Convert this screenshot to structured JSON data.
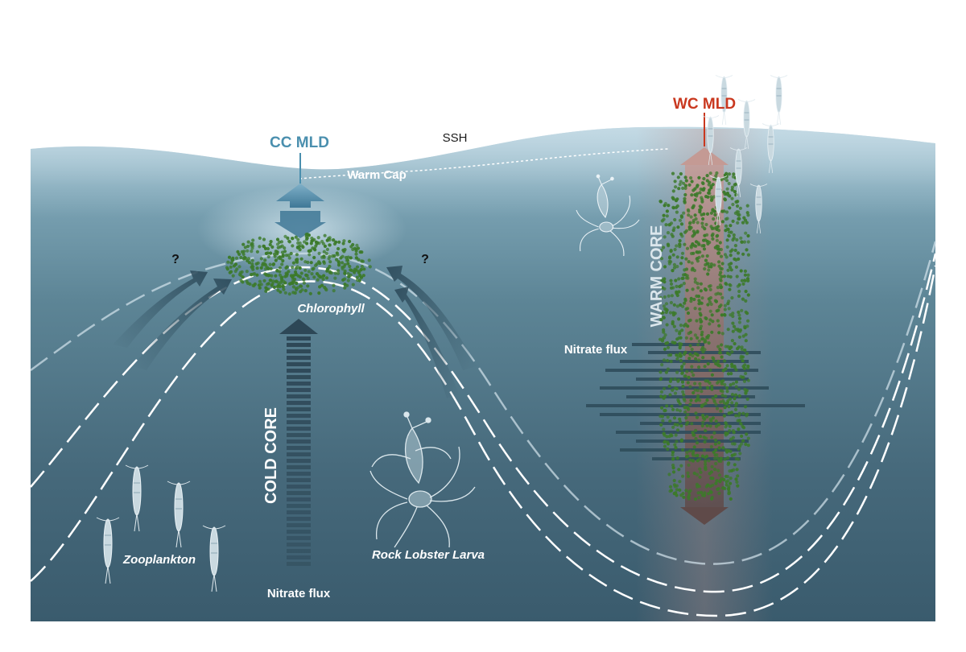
{
  "labels": {
    "cc_mld": "CC MLD",
    "wc_mld": "WC MLD",
    "ssh": "SSH",
    "warm_cap": "Warm Cap",
    "chlorophyll": "Chlorophyll",
    "cold_core": "COLD CORE",
    "warm_core": "WARM CORE",
    "nitrate_flux_cold": "Nitrate flux",
    "nitrate_flux_warm": "Nitrate flux",
    "zooplankton": "Zooplankton",
    "rock_lobster_larva": "Rock Lobster Larva",
    "question_left": "?",
    "question_right": "?"
  },
  "colors": {
    "ocean_deep": "#3c5f72",
    "ocean_mid": "#5d8596",
    "ocean_surface": "#a9c9d8",
    "cc_blue": "#4a8fae",
    "wc_red": "#c9381f",
    "chlorophyll_green": "#3c7a2a",
    "nitrate_bar": "#2d4756",
    "label_white": "#ffffff"
  }
}
